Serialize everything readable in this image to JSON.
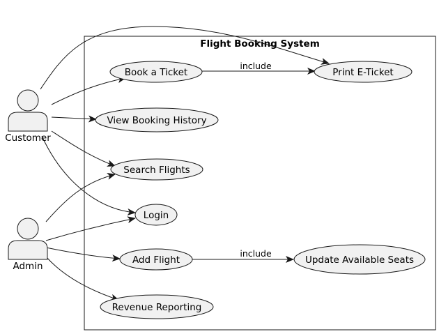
{
  "diagram": {
    "system_title": "Flight Booking System",
    "colors": {
      "fill": "#f1f1f1",
      "stroke": "#181818",
      "background": "#ffffff"
    },
    "actors": {
      "customer": {
        "label": "Customer",
        "icon": "person-icon"
      },
      "admin": {
        "label": "Admin",
        "icon": "person-icon"
      }
    },
    "use_cases": {
      "book_ticket": "Book a Ticket",
      "print_eticket": "Print E-Ticket",
      "view_history": "View Booking History",
      "search_flights": "Search Flights",
      "login": "Login",
      "add_flight": "Add Flight",
      "update_seats": "Update Available Seats",
      "revenue_reporting": "Revenue Reporting"
    },
    "relations": {
      "book_print": "include",
      "add_update": "include"
    }
  }
}
